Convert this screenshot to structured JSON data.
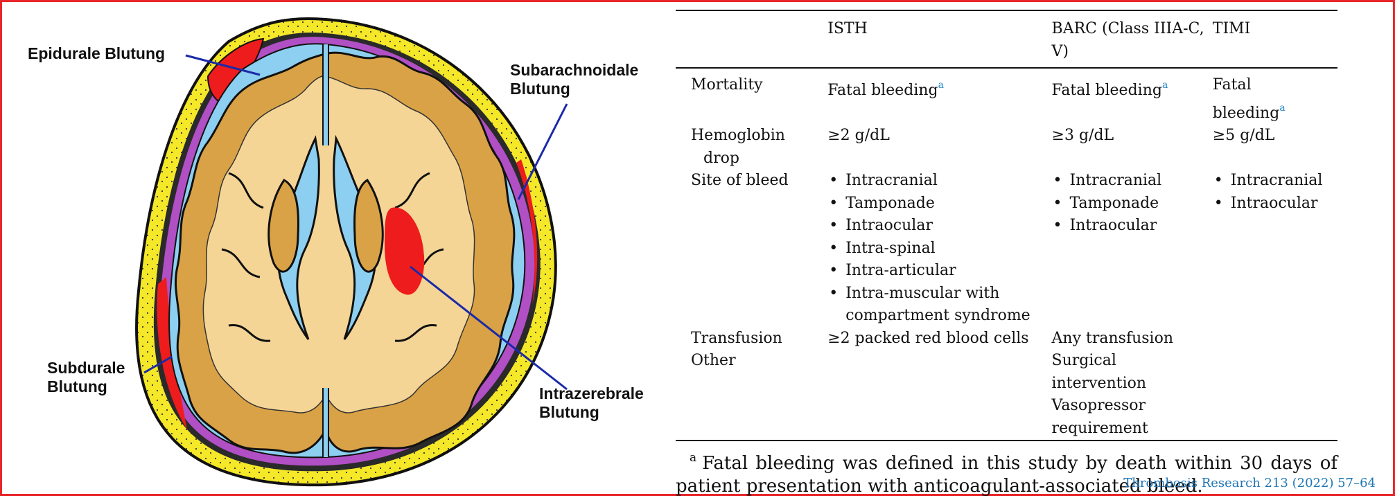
{
  "diagram": {
    "labels": {
      "epidural": "Epidurale Blutung",
      "subarachnoid_line1": "Subarachnoidale",
      "subarachnoid_line2": "Blutung",
      "subdural_line1": "Subdurale",
      "subdural_line2": "Blutung",
      "intracerebral_line1": "Intrazerebrale",
      "intracerebral_line2": "Blutung"
    },
    "colors": {
      "skull": "#f5e828",
      "csf": "#8ccff0",
      "gray_matter": "#d9a246",
      "white_matter": "#f5d596",
      "hemorrhage": "#ee1c1c",
      "arachnoid": "#b14fc4",
      "pointer": "#1b2aa8",
      "frame": "#e8262b"
    }
  },
  "table": {
    "headers": [
      "",
      "ISTH",
      "BARC (Class IIIA-C, V)",
      "TIMI"
    ],
    "rows": {
      "mortality": {
        "label": "Mortality",
        "isth": "Fatal bleeding",
        "barc": "Fatal bleeding",
        "timi_line1": "Fatal",
        "timi_line2": "bleeding",
        "footnote_mark": "a"
      },
      "hemoglobin": {
        "label_line1": "Hemoglobin",
        "label_line2": "drop",
        "isth": "≥2 g/dL",
        "barc": "≥3 g/dL",
        "timi": "≥5 g/dL"
      },
      "site": {
        "label": "Site of bleed",
        "isth": [
          "Intracranial",
          "Tamponade",
          "Intraocular",
          "Intra-spinal",
          "Intra-articular",
          "Intra-muscular with compartment syndrome"
        ],
        "barc": [
          "Intracranial",
          "Tamponade",
          "Intraocular"
        ],
        "timi": [
          "Intracranial",
          "Intraocular"
        ]
      },
      "transfusion": {
        "label": "Transfusion",
        "isth": "≥2 packed red blood cells",
        "barc": "Any transfusion"
      },
      "other": {
        "label": "Other",
        "barc_line1": "Surgical",
        "barc_line2": "intervention",
        "barc_line3": "Vasopressor",
        "barc_line4": "requirement"
      }
    }
  },
  "footnote": {
    "mark": "a",
    "text": "Fatal bleeding was defined in this study by death within 30 days of patient presentation with anticoagulant-associated bleed."
  },
  "citation": "Thrombosis Research 213 (2022) 57–64"
}
